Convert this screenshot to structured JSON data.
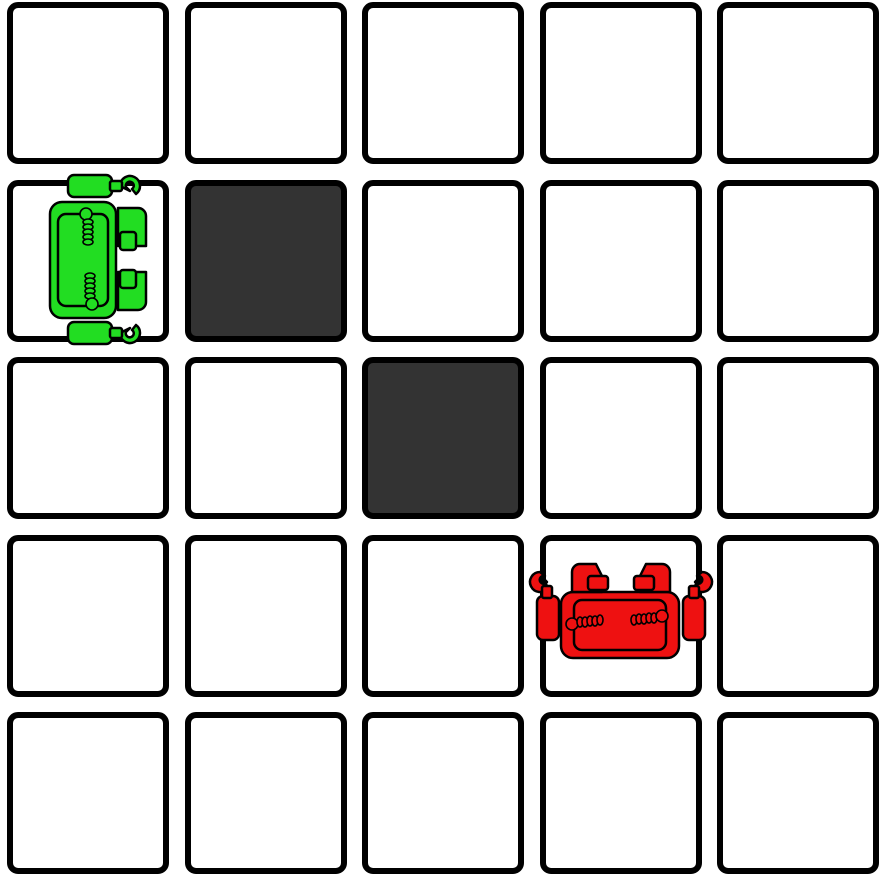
{
  "grid": {
    "rows": 5,
    "cols": 5,
    "blocked_cells": [
      [
        1,
        1
      ],
      [
        2,
        2
      ]
    ]
  },
  "robots": [
    {
      "name": "green-robot",
      "color": "#22dd22",
      "row": 1,
      "col": 0,
      "facing": "left"
    },
    {
      "name": "red-robot",
      "color": "#ee1111",
      "row": 3,
      "col": 3,
      "facing": "down"
    }
  ],
  "colors": {
    "empty_cell": "#ffffff",
    "blocked_cell": "#333333",
    "cell_border": "#000000"
  }
}
